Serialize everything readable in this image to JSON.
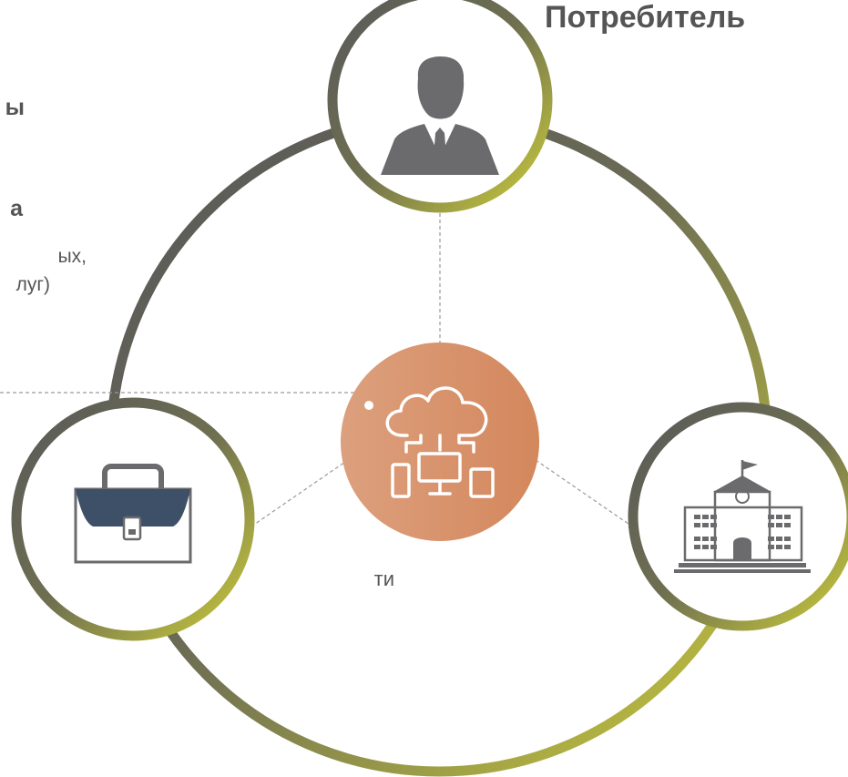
{
  "heading": "Потребитель",
  "left_fragments": [
    "ы",
    "а",
    "ых,",
    "луг)",
    "ти"
  ],
  "colors": {
    "ring_dark": "#58585a",
    "ring_olive": "#cbcc3a",
    "cloud_node": "#d98c63",
    "briefcase_body": "#3e5068",
    "icon_gray": "#6b6b6d",
    "connector": "#9a9a9a"
  },
  "nodes": [
    {
      "name": "person-node",
      "icon": "businessman-icon"
    },
    {
      "name": "cloud-node",
      "icon": "cloud-network-icon"
    },
    {
      "name": "briefcase-node",
      "icon": "briefcase-icon"
    },
    {
      "name": "school-node",
      "icon": "school-building-icon"
    }
  ]
}
